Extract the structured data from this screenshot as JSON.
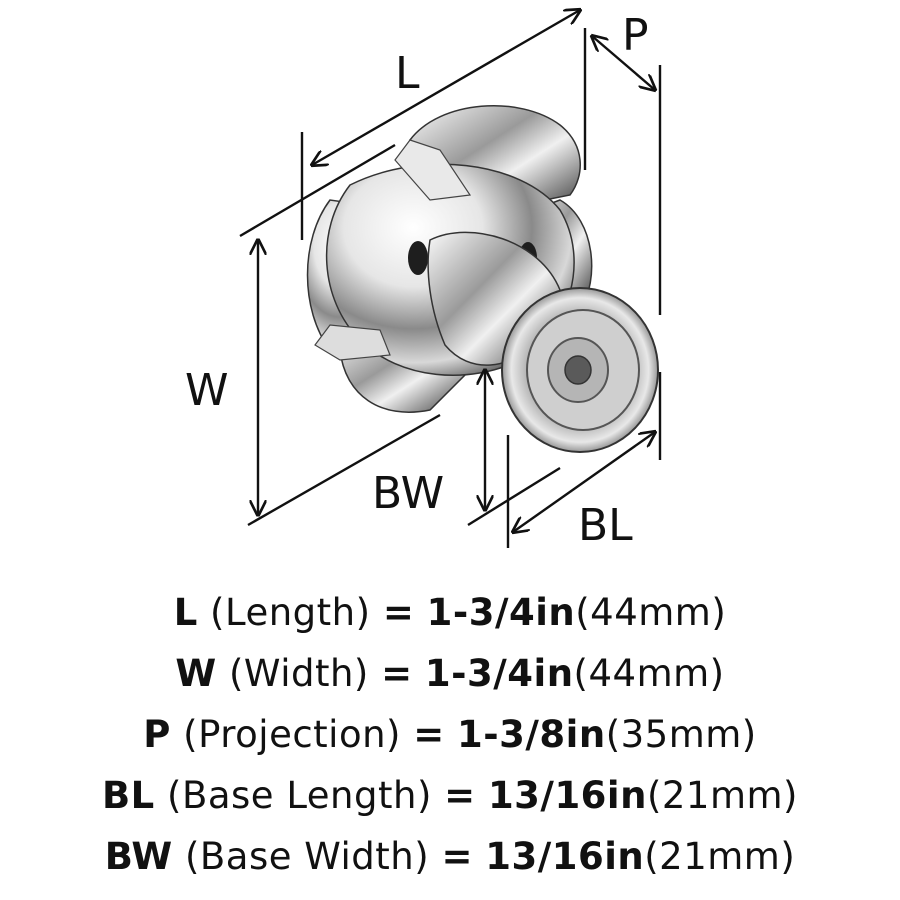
{
  "dimension_labels": {
    "L": "L",
    "P": "P",
    "W": "W",
    "BW": "BW",
    "BL": "BL"
  },
  "specs": [
    {
      "abbr": "L",
      "name": "(Length)",
      "eq": "=",
      "imperial": "1-3/4in",
      "metric": "(44mm)"
    },
    {
      "abbr": "W",
      "name": "(Width)",
      "eq": "=",
      "imperial": "1-3/4in",
      "metric": "(44mm)"
    },
    {
      "abbr": "P",
      "name": "(Projection)",
      "eq": "=",
      "imperial": "1-3/8in",
      "metric": "(35mm)"
    },
    {
      "abbr": "BL",
      "name": "(Base Length)",
      "eq": "=",
      "imperial": "13/16in",
      "metric": "(21mm)"
    },
    {
      "abbr": "BW",
      "name": "(Base Width)",
      "eq": "=",
      "imperial": "13/16in",
      "metric": "(21mm)"
    }
  ],
  "colors": {
    "line": "#111111",
    "metal_light": "#f4f4f4",
    "metal_mid": "#b8b8b8",
    "metal_dark": "#3a3a3a"
  }
}
